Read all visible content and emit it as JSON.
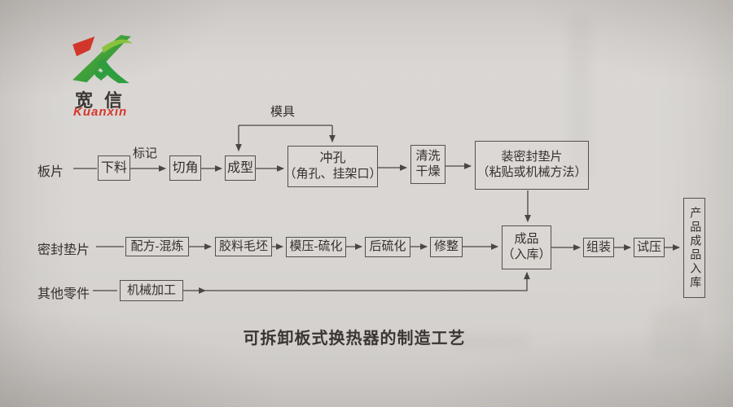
{
  "logo": {
    "cn": "宽信",
    "en": "Kuanxin"
  },
  "colors": {
    "paper": "#d9d6d3",
    "ink": "#36322d",
    "line": "#4a4643",
    "logo_red": "#d6372b",
    "logo_green_dark": "#2f9e3f",
    "logo_green_light": "#8cc63f"
  },
  "chart": {
    "caption": "可拆卸板式换热器的制造工艺",
    "row_labels": {
      "plate": "板片",
      "gasket": "密封垫片",
      "other_parts": "其他零件"
    },
    "edge_labels": {
      "mark": "标记",
      "mold": "模具"
    },
    "nodes": {
      "blanking": "下料",
      "corner_cut": "切角",
      "forming": "成型",
      "punching_l1": "冲孔",
      "punching_l2": "（角孔、挂架口）",
      "cleaning_l1": "清洗",
      "cleaning_l2": "干燥",
      "install_l1": "装密封垫片",
      "install_l2": "（粘贴或机械方法）",
      "compounding": "配方-混炼",
      "rubber_blank": "胶料毛坯",
      "molding": "模压-硫化",
      "post_vulc": "后硫化",
      "trimming": "修整",
      "finished_l1": "成品",
      "finished_l2": "（入库）",
      "assembly": "组装",
      "pressure_test": "试压",
      "product_storage": "产品成品入库",
      "machining": "机械加工"
    }
  }
}
